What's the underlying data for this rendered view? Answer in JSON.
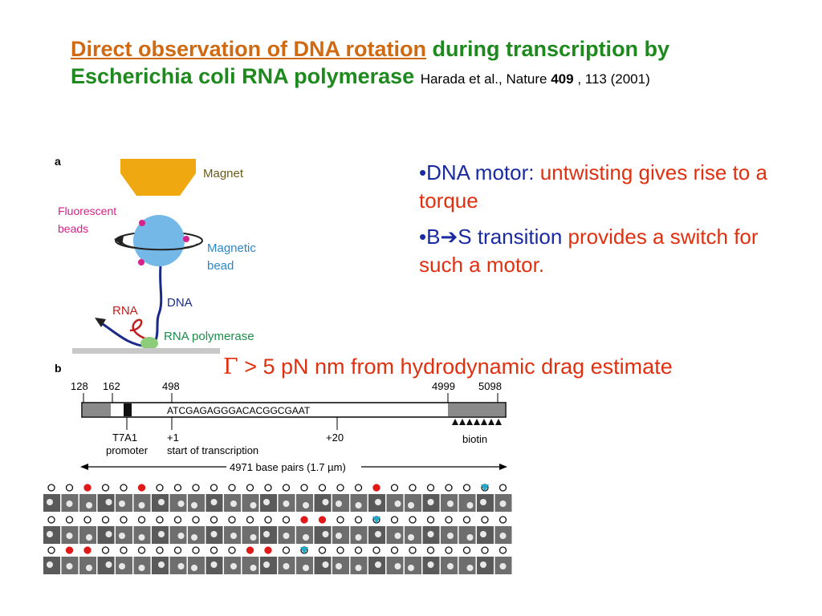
{
  "title": {
    "link_text": "Direct observation of DNA rotation",
    "rest_text": " during transcription by Escherichia coli RNA polymerase ",
    "cite_authors": "Harada et al., Nature ",
    "cite_volume": "409",
    "cite_pages": " , 113 (2001)"
  },
  "bullets": [
    {
      "prefix": "•DNA motor: ",
      "text": "untwisting gives rise to a torque"
    },
    {
      "prefix_before_arrow": "•B",
      "arrow": "➔",
      "prefix_after_arrow": "S transition",
      "text": " provides a switch for such a motor."
    }
  ],
  "torque_note": {
    "symbol": "Γ",
    "text": " > 5 pN nm from hydrodynamic drag estimate"
  },
  "figure": {
    "panel_a_label": "a",
    "panel_b_label": "b",
    "magnet": "Magnet",
    "fluorescent_beads": [
      "Fluorescent",
      "beads"
    ],
    "magnetic_bead": [
      "Magnetic",
      "bead"
    ],
    "dna": "DNA",
    "rna": "RNA",
    "rna_polymerase": "RNA polymerase",
    "positions": [
      "128",
      "162",
      "498",
      "4999",
      "5098"
    ],
    "sequence": "ATCGAGAGGGACACGGCGAAT",
    "t7a1": [
      "T7A1",
      "promoter"
    ],
    "plus_one": [
      "+1",
      "start of transcription"
    ],
    "plus_twenty": "+20",
    "biotin": "biotin",
    "base_pairs": "4971 base pairs (1.7 µm)"
  },
  "colors": {
    "title_green": "#1e8a1e",
    "title_orange": "#d06a12",
    "bullet_blue": "#1a2aa0",
    "accent_red": "#e03010",
    "magnet_orange": "#f0a810",
    "bead_blue": "#74b8e8",
    "beads_magenta": "#d8208a"
  }
}
